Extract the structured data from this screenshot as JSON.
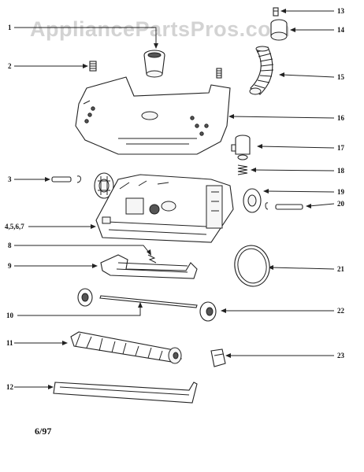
{
  "watermark": "AppliancePartsPros.com",
  "date_code": "6/97",
  "callouts": [
    {
      "id": "1",
      "label": "1"
    },
    {
      "id": "2",
      "label": "2"
    },
    {
      "id": "3",
      "label": "3"
    },
    {
      "id": "4567",
      "label": "4,5,6,7"
    },
    {
      "id": "8",
      "label": "8"
    },
    {
      "id": "9",
      "label": "9"
    },
    {
      "id": "10",
      "label": "10"
    },
    {
      "id": "11",
      "label": "11"
    },
    {
      "id": "12",
      "label": "12"
    },
    {
      "id": "13",
      "label": "13"
    },
    {
      "id": "14",
      "label": "14"
    },
    {
      "id": "15",
      "label": "15"
    },
    {
      "id": "16",
      "label": "16"
    },
    {
      "id": "17",
      "label": "17"
    },
    {
      "id": "18",
      "label": "18"
    },
    {
      "id": "19",
      "label": "19"
    },
    {
      "id": "20",
      "label": "20"
    },
    {
      "id": "21",
      "label": "21"
    },
    {
      "id": "22",
      "label": "22"
    },
    {
      "id": "23",
      "label": "23"
    }
  ]
}
